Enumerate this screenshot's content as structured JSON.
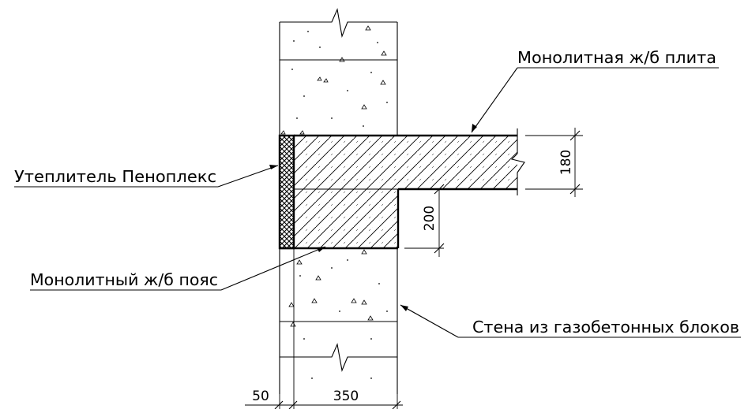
{
  "labels": {
    "slab": "Монолитная ж/б плита",
    "insulation": "Утеплитель Пеноплекс",
    "belt": "Монолитный ж/б пояс",
    "wall": "Стена из газобетонных блоков"
  },
  "dimensions": {
    "slab_thickness": "180",
    "belt_height": "200",
    "insulation_width": "50",
    "wall_width": "350"
  }
}
